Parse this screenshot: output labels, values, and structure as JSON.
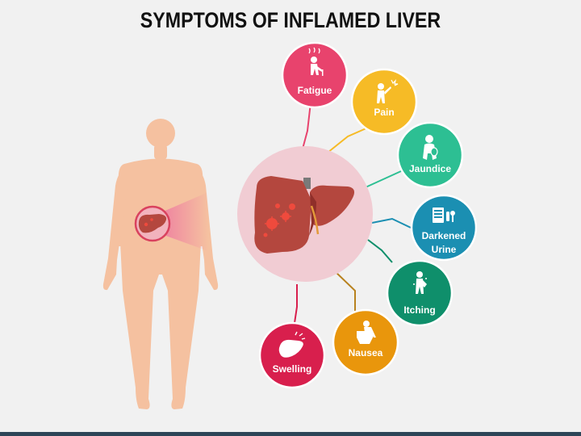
{
  "title": "SYMPTOMS OF INFLAMED LIVER",
  "colors": {
    "background": "#f1f1f1",
    "skin": "#f5c1a0",
    "liver": "#b4473e",
    "liver_dark": "#8f2f2a",
    "hub": "#f1ccd3",
    "bottom_bar": "#2d4558"
  },
  "symptoms": {
    "fatigue": {
      "label": "Fatigue",
      "color": "#e8436d",
      "icon": "fatigued-person-icon"
    },
    "pain": {
      "label": "Pain",
      "color": "#f6bb26",
      "icon": "pain-person-icon"
    },
    "jaundice": {
      "label": "Jaundice",
      "color": "#2dbf93",
      "icon": "jaundice-person-icon"
    },
    "urine": {
      "label_line1": "Darkened",
      "label_line2": "Urine",
      "color": "#1b8fb2",
      "icon": "urine-test-icon"
    },
    "itching": {
      "label": "Itching",
      "color": "#0f8f6b",
      "icon": "itching-person-icon"
    },
    "nausea": {
      "label": "Nausea",
      "color": "#e9960c",
      "icon": "vomiting-person-icon"
    },
    "swelling": {
      "label": "Swelling",
      "color": "#d81f4d",
      "icon": "swollen-liver-icon"
    }
  }
}
